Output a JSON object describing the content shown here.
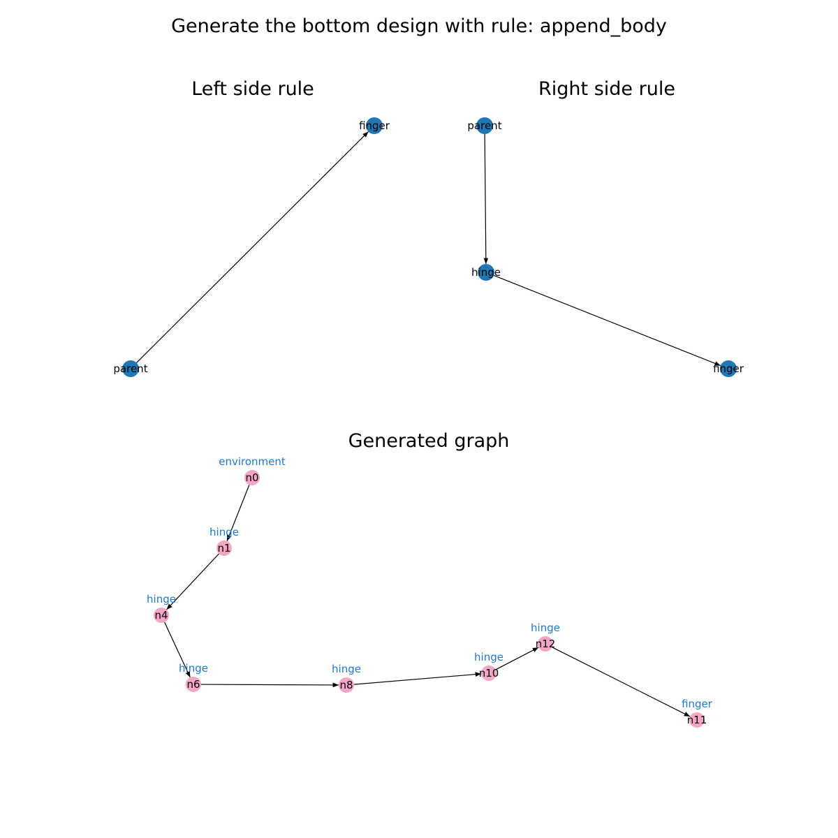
{
  "main_title": "Generate the bottom design with rule: append_body",
  "left_panel": {
    "title": "Left side rule",
    "node_color": "#1f77b4",
    "nodes": [
      {
        "id": "finger",
        "label": "finger"
      },
      {
        "id": "parent",
        "label": "parent"
      }
    ],
    "edges": [
      {
        "from": "parent",
        "to": "finger"
      }
    ]
  },
  "right_panel": {
    "title": "Right side rule",
    "node_color": "#1f77b4",
    "nodes": [
      {
        "id": "parent",
        "label": "parent"
      },
      {
        "id": "hinge",
        "label": "hinge"
      },
      {
        "id": "finger",
        "label": "finger"
      }
    ],
    "edges": [
      {
        "from": "parent",
        "to": "hinge"
      },
      {
        "from": "hinge",
        "to": "finger"
      }
    ]
  },
  "generated_graph": {
    "title": "Generated graph",
    "node_color": "#f4a6c4",
    "type_label_color": "#1f77d0",
    "nodes": [
      {
        "id": "n0",
        "label": "n0",
        "type": "environment"
      },
      {
        "id": "n1",
        "label": "n1",
        "type": "hinge"
      },
      {
        "id": "n4",
        "label": "n4",
        "type": "hinge"
      },
      {
        "id": "n6",
        "label": "n6",
        "type": "hinge"
      },
      {
        "id": "n8",
        "label": "n8",
        "type": "hinge"
      },
      {
        "id": "n10",
        "label": "n10",
        "type": "hinge"
      },
      {
        "id": "n12",
        "label": "n12",
        "type": "hinge"
      },
      {
        "id": "n11",
        "label": "n11",
        "type": "finger"
      }
    ],
    "edges": [
      {
        "from": "n0",
        "to": "n1"
      },
      {
        "from": "n1",
        "to": "n4"
      },
      {
        "from": "n4",
        "to": "n6"
      },
      {
        "from": "n6",
        "to": "n8"
      },
      {
        "from": "n8",
        "to": "n10"
      },
      {
        "from": "n10",
        "to": "n12"
      },
      {
        "from": "n12",
        "to": "n11"
      }
    ]
  }
}
